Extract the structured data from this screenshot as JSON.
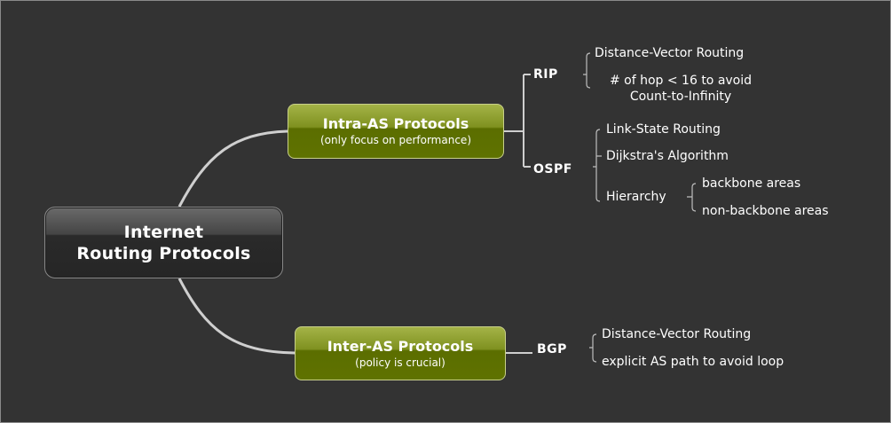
{
  "root": {
    "line1": "Internet",
    "line2": "Routing Protocols"
  },
  "intra": {
    "title": "Intra-AS Protocols",
    "subtitle": "(only focus on performance)",
    "rip": {
      "label": "RIP",
      "items": [
        "Distance-Vector Routing",
        "# of hop < 16 to avoid",
        "Count-to-Infinity"
      ]
    },
    "ospf": {
      "label": "OSPF",
      "items": [
        "Link-State Routing",
        "Dijkstra's Algorithm",
        "Hierarchy"
      ],
      "hierarchy": [
        "backbone areas",
        "non-backbone areas"
      ]
    }
  },
  "inter": {
    "title": "Inter-AS Protocols",
    "subtitle": "(policy is crucial)",
    "bgp": {
      "label": "BGP",
      "items": [
        "Distance-Vector Routing",
        "explicit AS path to avoid loop"
      ]
    }
  },
  "colors": {
    "background": "#333333",
    "branch": "#6b7f0a",
    "line": "#c8c8c8"
  }
}
